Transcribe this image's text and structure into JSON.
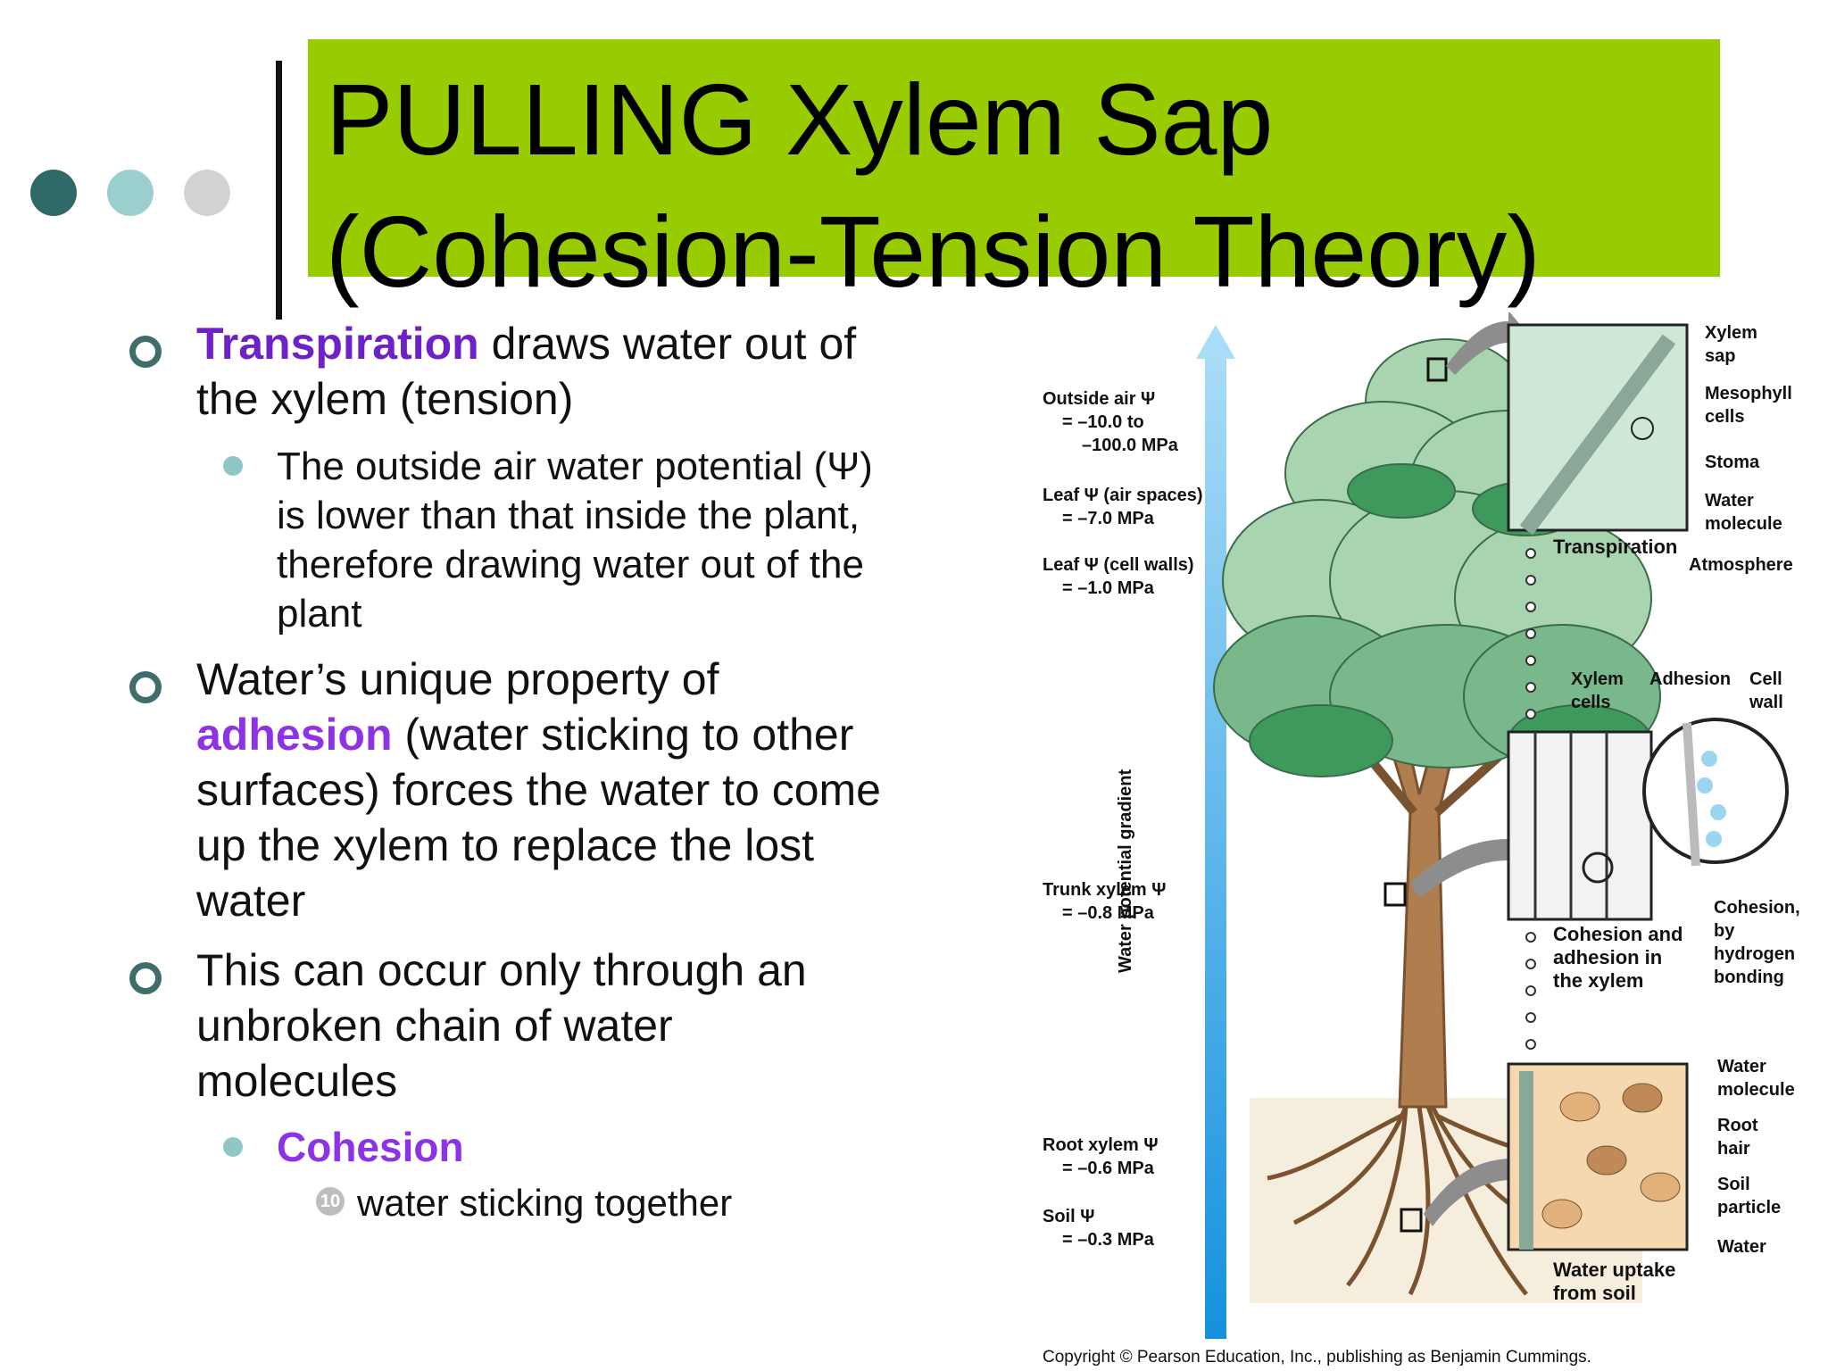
{
  "slide": {
    "title_line1": "PULLING Xylem Sap",
    "title_line2": "(Cohesion-Tension Theory)",
    "bullet1": {
      "highlight": "Transpiration",
      "rest_line1": " draws water out of",
      "line2": "the xylem (tension)"
    },
    "bullet1_sub": [
      "The outside air water potential (Ψ)",
      "is lower than that inside the plant,",
      "therefore drawing water out of the",
      "plant"
    ],
    "bullet2": {
      "line1": "Water’s unique property of",
      "highlight": "adhesion",
      "rest_line2": " (water sticking to other",
      "line3": "surfaces) forces the water to come",
      "line4": "up the xylem to replace the lost",
      "line5": "water"
    },
    "bullet3": [
      "This can occur only through an",
      "unbroken chain of water",
      "molecules"
    ],
    "bullet3_sub": "Cohesion",
    "bullet3_subsub": "water sticking together",
    "bullet3_subsub_marker": "10"
  },
  "figure": {
    "potentials": [
      {
        "l1": "Outside air Ψ",
        "l2": "= –10.0 to",
        "l3": "–100.0 MPa"
      },
      {
        "l1": "Leaf Ψ (air spaces)",
        "l2": "= –7.0 MPa"
      },
      {
        "l1": "Leaf Ψ (cell walls)",
        "l2": "= –1.0 MPa"
      },
      {
        "l1": "Trunk xylem Ψ",
        "l2": "= –0.8 MPa"
      },
      {
        "l1": "Root xylem Ψ",
        "l2": "= –0.6 MPa"
      },
      {
        "l1": "Soil Ψ",
        "l2": "= –0.3 MPa"
      }
    ],
    "gradient_label": "Water potential gradient",
    "top_labels": [
      "Xylem",
      "sap",
      "Mesophyll",
      "cells",
      "Stoma",
      "Water",
      "molecule",
      "Atmosphere"
    ],
    "transpiration": "Transpiration",
    "mid_labels": {
      "xylem_cells_1": "Xylem",
      "xylem_cells_2": "cells",
      "adhesion": "Adhesion",
      "cell_wall_1": "Cell",
      "cell_wall_2": "wall",
      "cohesion_1": "Cohesion,",
      "cohesion_2": "by",
      "cohesion_3": "hydrogen",
      "cohesion_4": "bonding"
    },
    "mid_caption": [
      "Cohesion and",
      "adhesion in",
      "the xylem"
    ],
    "bottom_labels": [
      "Water",
      "molecule",
      "Root",
      "hair",
      "Soil",
      "particle",
      "Water"
    ],
    "bottom_caption": [
      "Water uptake",
      "from soil"
    ],
    "copyright": "Copyright © Pearson Education, Inc., publishing as Benjamin Cummings.",
    "colors": {
      "title_bg": "#99cc00",
      "accent_purple": "#6f21c9",
      "accent_violet": "#8d33e6",
      "gradient_blue": "#1ea0e6"
    }
  }
}
